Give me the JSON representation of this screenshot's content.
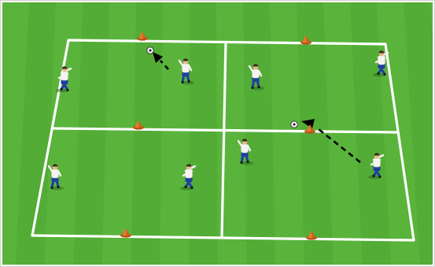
{
  "pitch": {
    "grass_light": "#5ab43c",
    "grass_dark": "#4ea632",
    "line_color": "#ffffff",
    "border_color": "#d9d9d9"
  },
  "grid": {
    "areas": 4,
    "layout": "2 x 2"
  },
  "cones": {
    "color": "#e8792a",
    "count": 6
  },
  "players": {
    "shirt_color": "#f4f4f0",
    "shorts_color": "#1e3fa0",
    "count": 8
  },
  "balls": {
    "count": 2
  },
  "pass_arrows": {
    "color": "#000000",
    "style": "dashed",
    "count": 2
  }
}
